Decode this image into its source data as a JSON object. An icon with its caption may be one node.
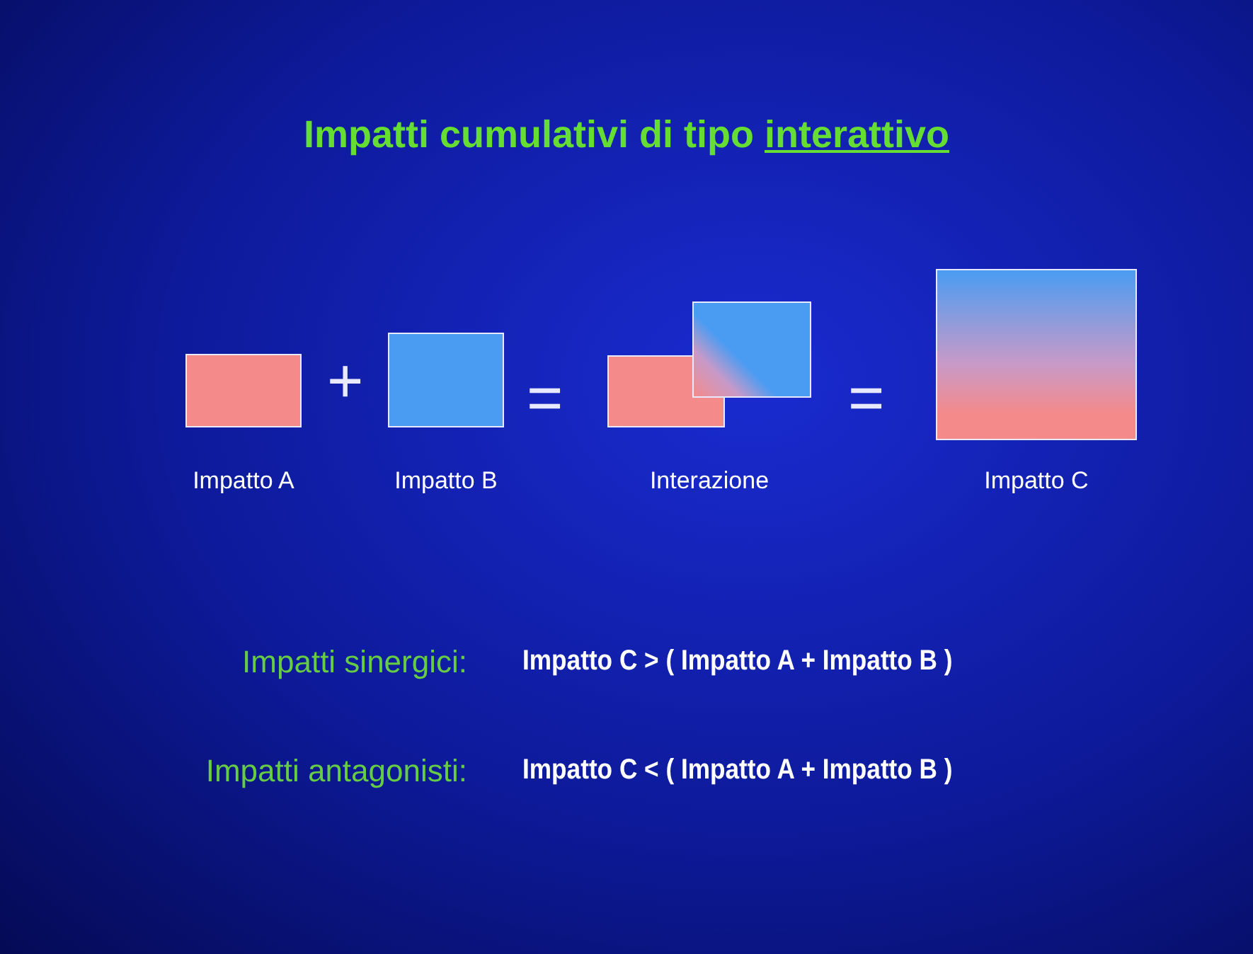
{
  "diagram": {
    "title": "Impatti cumulativi di tipo interattivo",
    "nodes": [
      {
        "text": [
          "Impatto A"
        ]
      },
      {
        "text": [
          "Impatto B"
        ]
      },
      {
        "text": [
          "Interazione"
        ]
      },
      {
        "text": [
          "Impatto C"
        ]
      }
    ],
    "labels": [
      "+",
      "=",
      "=",
      "Impatti sinergici:",
      "Impatto C > ( Impatto A + Impatto B )",
      "Impatti antagonisti:",
      "Impatto C < ( Impatto A + Impatto B )"
    ]
  }
}
